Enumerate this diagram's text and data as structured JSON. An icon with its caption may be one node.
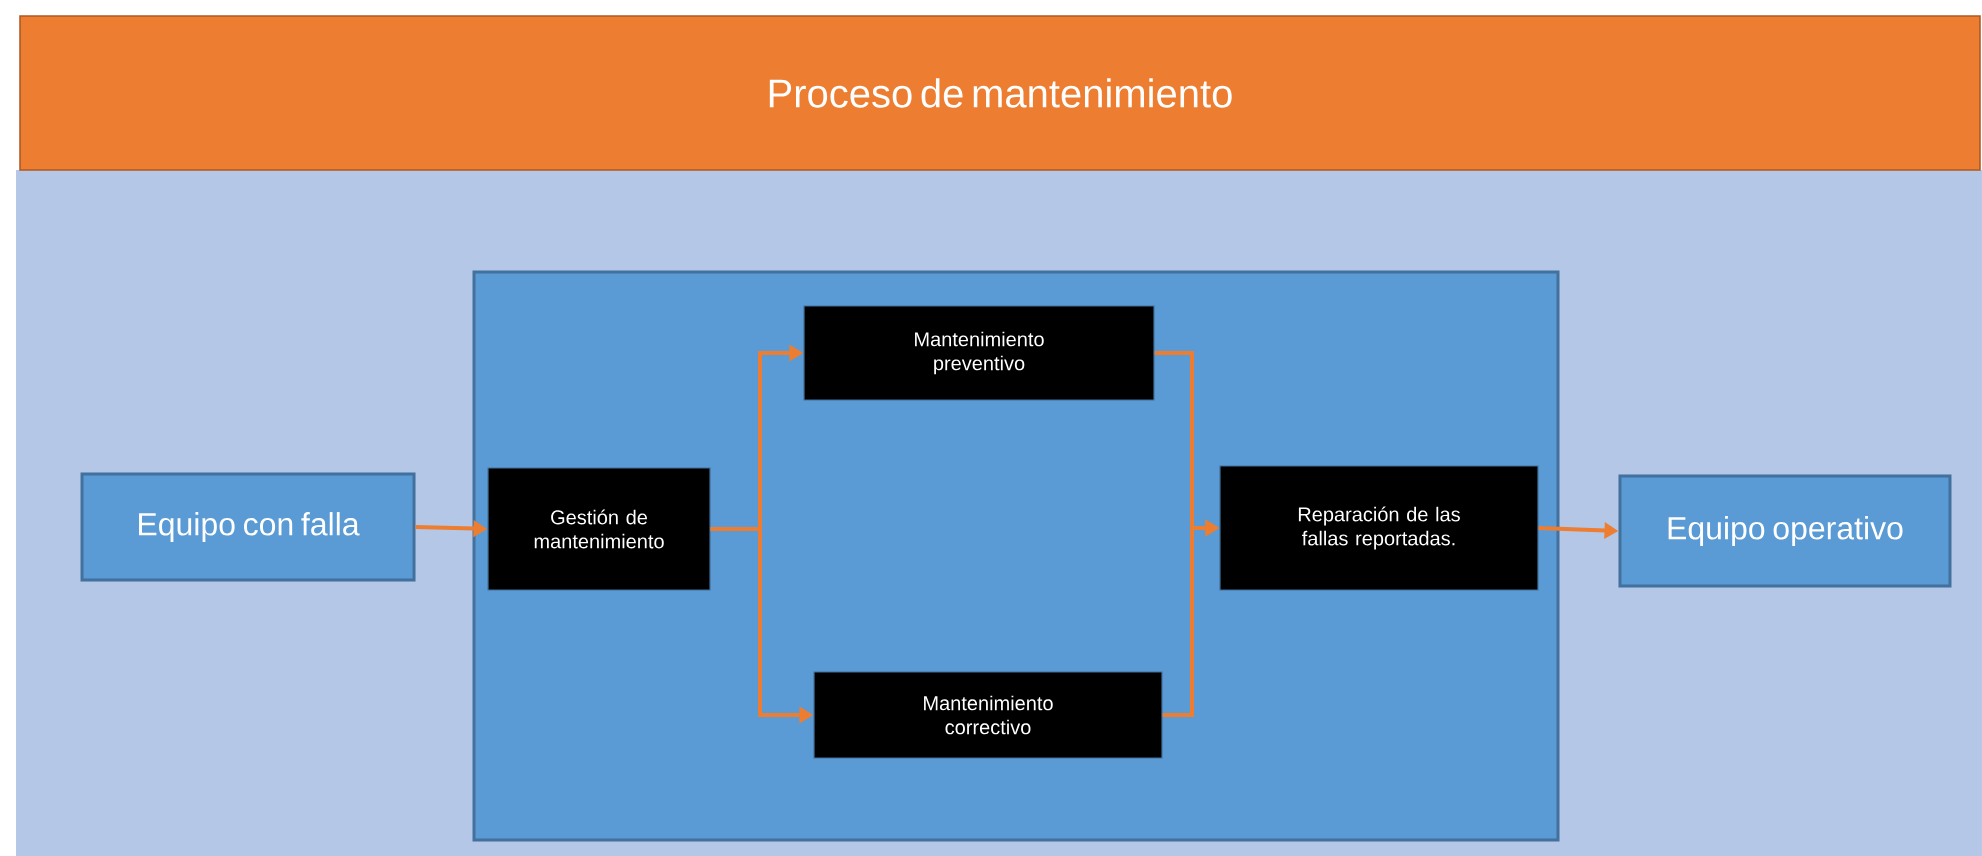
{
  "diagram": {
    "nodes": [
      {
        "text": [
          "Proceso de mantenimiento"
        ]
      },
      {
        "text": [
          "Equipo con falla"
        ]
      },
      {
        "text": [],
        "shape": "box"
      },
      {
        "text": [
          "Gestión de mantenimiento"
        ],
        "in": 2
      },
      {
        "text": [
          "Mantenimiento preventivo"
        ],
        "in": 2
      },
      {
        "text": [
          "Mantenimiento correctivo"
        ],
        "in": 2
      },
      {
        "text": [
          "Reparación de las fallas reportadas."
        ],
        "in": 2
      },
      {
        "text": [
          "Equipo operativo"
        ]
      }
    ],
    "edges": [
      {
        "from": 1,
        "to": 3,
        "arrow": "to"
      },
      {
        "from": 3,
        "to": 4,
        "arrow": "to"
      },
      {
        "from": 3,
        "to": 5,
        "arrow": "to"
      },
      {
        "from": 4,
        "to": 6,
        "arrow": "to"
      },
      {
        "from": 5,
        "to": 6,
        "arrow": "to"
      },
      {
        "from": 6,
        "to": 7,
        "arrow": "to"
      }
    ]
  }
}
